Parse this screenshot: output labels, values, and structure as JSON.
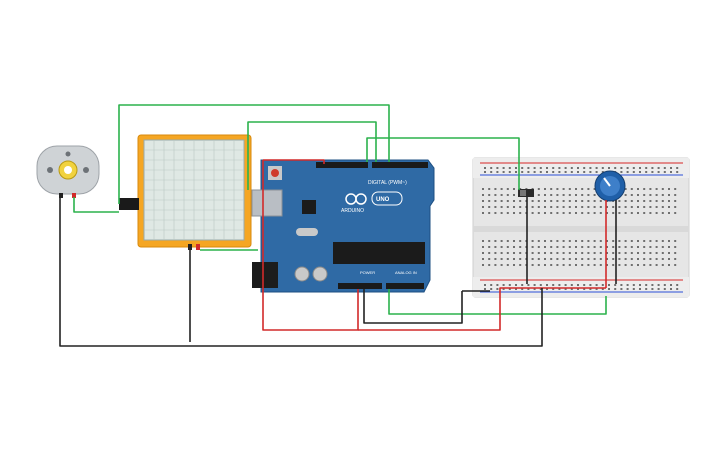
{
  "colors": {
    "background": "#ffffff",
    "arduino_board": "#2f6aa5",
    "arduino_dark": "#1d4f82",
    "breadboard": "#e6e6e6",
    "rail_red": "#d62828",
    "rail_blue": "#2a4fd6",
    "wire_green": "#2bb24c",
    "wire_red": "#d22a2a",
    "wire_black": "#222222",
    "oscilloscope_frame": "#f5a623",
    "oscilloscope_screen": "#dfe8e4",
    "motor_body": "#cfd3d6",
    "pot_body": "#1f5fa8"
  },
  "components": {
    "motor": {
      "name": "dc-motor"
    },
    "oscilloscope": {
      "name": "oscilloscope"
    },
    "arduino": {
      "logo_text": "ARDUINO",
      "model_text": "UNO",
      "digital_label": "DIGITAL (PWM~)",
      "power_label": "POWER",
      "analog_label": "ANALOG IN"
    },
    "breadboard": {
      "name": "breadboard"
    },
    "potentiometer": {
      "name": "potentiometer"
    },
    "slide_switch": {
      "name": "slide-switch"
    }
  }
}
